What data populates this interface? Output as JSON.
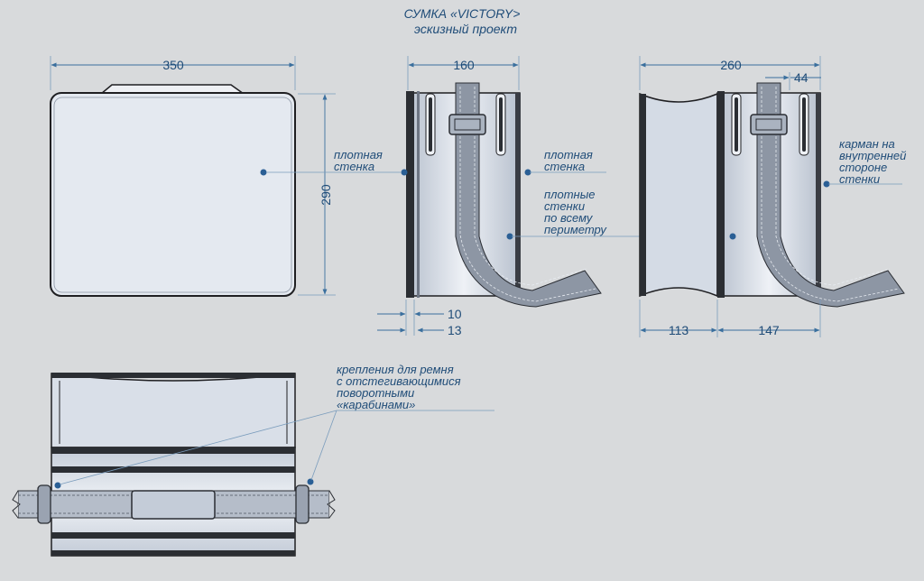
{
  "title": {
    "line1": "СУМКА  «VICTORY>",
    "line2": "эскизный проект"
  },
  "dimensions": {
    "front_width": "350",
    "front_height": "290",
    "side_width": "160",
    "side_small_1": "10",
    "side_small_2": "13",
    "open_width": "260",
    "pocket_depth": "44",
    "open_left": "113",
    "open_right": "147"
  },
  "notes": {
    "dense_wall_1": [
      "плотная",
      "стенка"
    ],
    "dense_wall_2": [
      "плотная",
      "стенка"
    ],
    "perimeter": [
      "плотные",
      "стенки",
      "по всему",
      "периметру"
    ],
    "pocket": [
      "карман на",
      "внутренней",
      "стороне",
      "стенки"
    ],
    "strap_mounts": [
      "крепления для ремня",
      "с отстегивающимися",
      "поворотными",
      "«карабинами»"
    ]
  },
  "colors": {
    "background": "#d8dadc",
    "annotation": "#1f4c78",
    "body": "#dde3ec",
    "strap": "#8d96a4"
  }
}
